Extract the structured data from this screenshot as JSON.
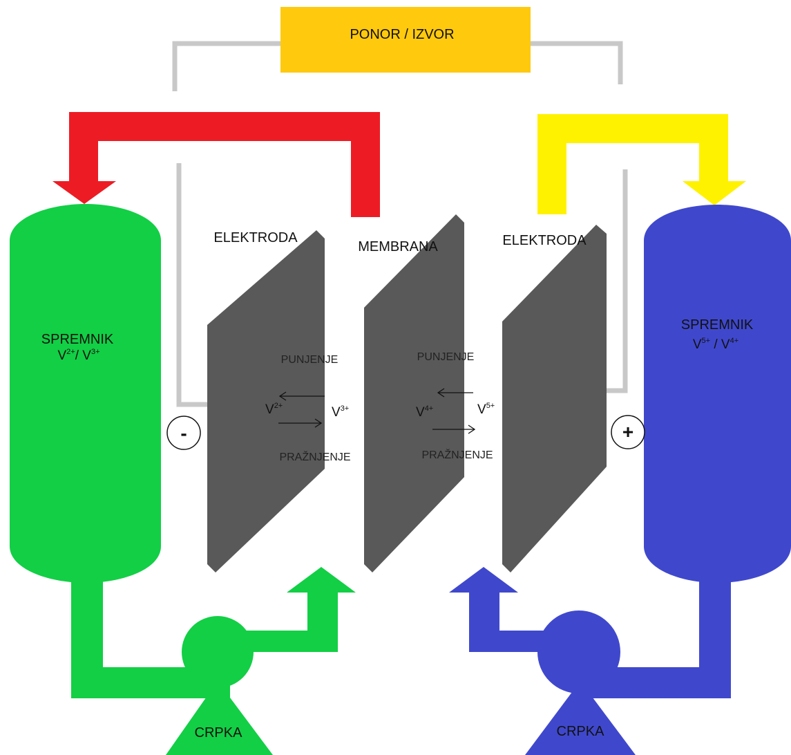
{
  "source_label": "PONOR / IZVOR",
  "tank_left": {
    "title": "SPREMNIK",
    "line2_a": "V",
    "sup_a": "2+",
    "line2_sep": "/ V",
    "sup_b": "3+"
  },
  "tank_right": {
    "title": "SPREMNIK",
    "line2_a": "V",
    "sup_a": "5+",
    "line2_sep": " / V",
    "sup_b": "4+"
  },
  "electrode_left_label": "ELEKTRODA",
  "electrode_right_label": "ELEKTRODA",
  "membrane_label": "MEMBRANA",
  "left_cell": {
    "charge": "PUNJENJE",
    "discharge": "PRAŽNJENJE",
    "ion_a": "V",
    "ion_a_sup": "2+",
    "ion_b": "V",
    "ion_b_sup": "3+"
  },
  "right_cell": {
    "charge": "PUNJENJE",
    "discharge": "PRAŽNJENJE",
    "ion_a": "V",
    "ion_a_sup": "4+",
    "ion_b": "V",
    "ion_b_sup": "5+"
  },
  "terminal_negative": "-",
  "terminal_positive": "+",
  "pump_left_label": "CRPKA",
  "pump_right_label": "CRPKA",
  "colors": {
    "green": "#12cf45",
    "blue": "#3f48cc",
    "red": "#ed1c24",
    "yellow": "#fff200",
    "orange": "#ffc90e",
    "plate": "#595959",
    "wire": "#c8c8c8"
  }
}
